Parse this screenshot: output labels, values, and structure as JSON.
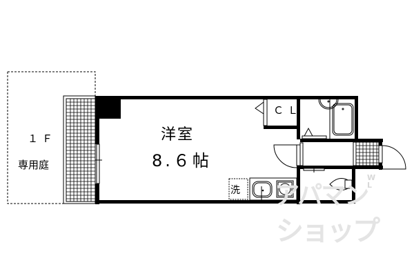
{
  "floor_plan": {
    "main_room": {
      "name": "洋室",
      "size": "8.６帖"
    },
    "garden": {
      "floor": "１Ｆ",
      "name": "専用庭"
    },
    "closet": {
      "label": "ＣＬ"
    },
    "washer": {
      "label": "洗"
    },
    "fixtures": [
      "kitchen-sink",
      "stove",
      "washbasin",
      "bathtub",
      "toilet",
      "entrance-door",
      "balcony"
    ],
    "colors": {
      "wall": "#000000",
      "watermark": "#e4e4e4",
      "background": "#ffffff"
    }
  },
  "watermark": {
    "line1": "アパマン",
    "line2": "ショップ",
    "mark": "W\nL"
  }
}
